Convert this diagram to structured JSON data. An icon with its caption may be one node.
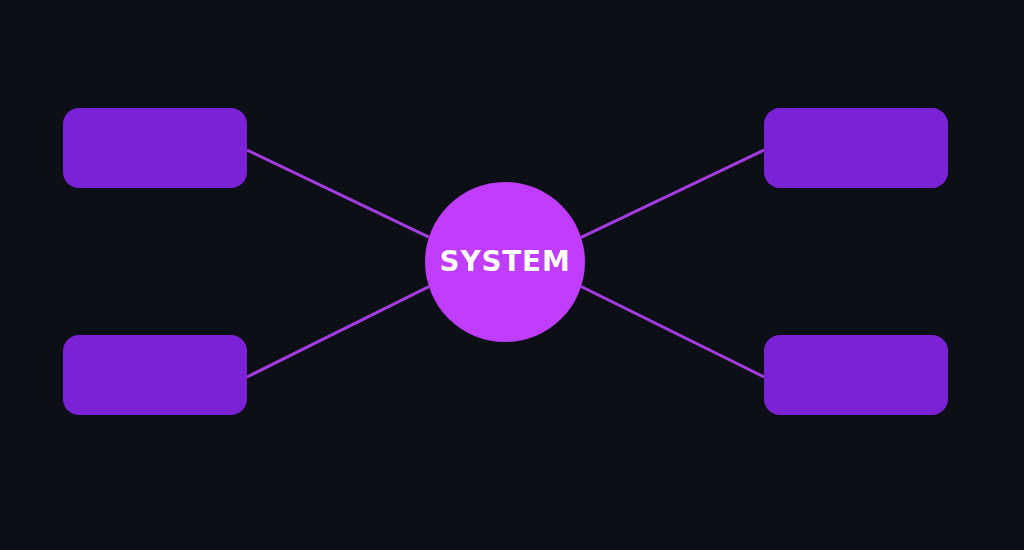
{
  "diagram": {
    "nodes": [
      {
        "text": [],
        "shape": "box"
      },
      {
        "text": [],
        "shape": "box"
      },
      {
        "text": [
          "SYSTEM"
        ]
      },
      {
        "text": [],
        "shape": "box"
      },
      {
        "text": [],
        "shape": "box"
      }
    ],
    "edges": [
      {
        "from": 2,
        "to": 0,
        "arrow": "none"
      },
      {
        "from": 2,
        "to": 1,
        "arrow": "none"
      },
      {
        "from": 2,
        "to": 3,
        "arrow": "none"
      },
      {
        "from": 2,
        "to": 4,
        "arrow": "none"
      }
    ]
  }
}
